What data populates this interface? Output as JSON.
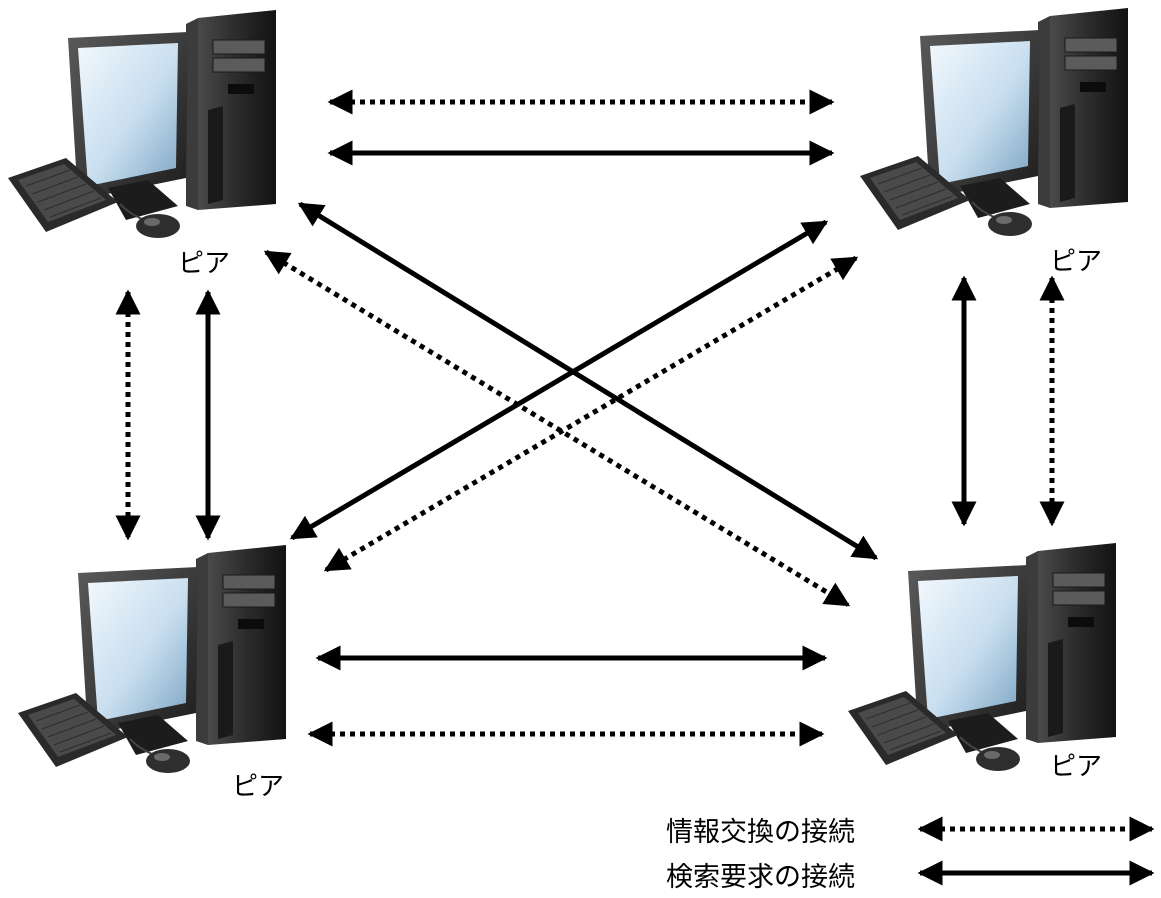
{
  "peers": [
    {
      "id": "top-left",
      "label": "ピア"
    },
    {
      "id": "top-right",
      "label": "ピア"
    },
    {
      "id": "bottom-left",
      "label": "ピア"
    },
    {
      "id": "bottom-right",
      "label": "ピア"
    }
  ],
  "connections": [
    {
      "from": "top-left",
      "to": "top-right",
      "kind": "info_exchange"
    },
    {
      "from": "top-left",
      "to": "top-right",
      "kind": "search_request"
    },
    {
      "from": "top-left",
      "to": "bottom-left",
      "kind": "info_exchange"
    },
    {
      "from": "top-left",
      "to": "bottom-left",
      "kind": "search_request"
    },
    {
      "from": "top-right",
      "to": "bottom-right",
      "kind": "search_request"
    },
    {
      "from": "top-right",
      "to": "bottom-right",
      "kind": "info_exchange"
    },
    {
      "from": "bottom-left",
      "to": "bottom-right",
      "kind": "search_request"
    },
    {
      "from": "bottom-left",
      "to": "bottom-right",
      "kind": "info_exchange"
    },
    {
      "from": "top-left",
      "to": "bottom-right",
      "kind": "search_request"
    },
    {
      "from": "top-left",
      "to": "bottom-right",
      "kind": "info_exchange"
    },
    {
      "from": "bottom-left",
      "to": "top-right",
      "kind": "search_request"
    },
    {
      "from": "bottom-left",
      "to": "top-right",
      "kind": "info_exchange"
    }
  ],
  "legend": {
    "info_exchange": "情報交換の接続",
    "search_request": "検索要求の接続"
  },
  "colors": {
    "line": "#000000",
    "screen_light": "#e6f2fb",
    "screen_dark": "#7ea6c4",
    "case_dark": "#1e1e1e",
    "case_mid": "#3a3a3a"
  }
}
